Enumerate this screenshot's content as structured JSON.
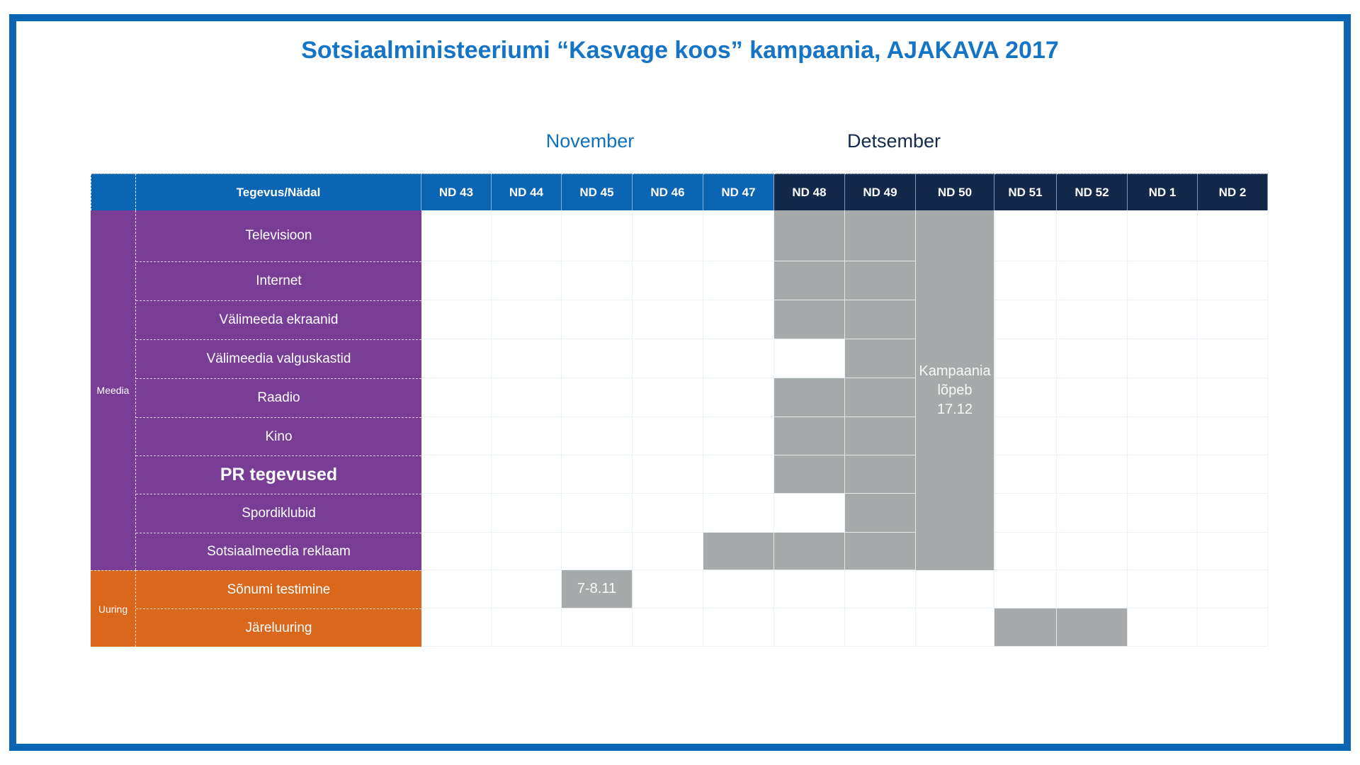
{
  "page": {
    "title": "Sotsiaalministeeriumi “Kasvage koos” kampaania, AJAKAVA 2017"
  },
  "months": {
    "november": "November",
    "detsember": "Detsember"
  },
  "table": {
    "corner_label": "Tegevus/Nädal",
    "group_labels": {
      "meedia": "Meedia",
      "uuring": "Uuring"
    },
    "merged_note": {
      "column": "ND 50",
      "lines": [
        "Kampaania",
        "lõpeb",
        "17.12"
      ]
    }
  },
  "colors": {
    "brand_blue": "#0A66B5",
    "navy": "#12294B",
    "purple": "#7A3D96",
    "orange": "#D9671C",
    "fill_gray": "#A7AAAA",
    "title_blue": "#1574C6",
    "grid_line": "#E9F2F9"
  },
  "chart_data": {
    "type": "table",
    "subtype": "gantt-schedule",
    "title": "Sotsiaalministeeriumi “Kasvage koos” kampaania, AJAKAVA 2017",
    "column_header": "Tegevus/Nädal",
    "columns": [
      "ND 43",
      "ND 44",
      "ND 45",
      "ND 46",
      "ND 47",
      "ND 48",
      "ND 49",
      "ND 50",
      "ND 51",
      "ND 52",
      "ND 1",
      "ND 2"
    ],
    "month_groups": [
      {
        "label": "November",
        "columns": [
          "ND 43",
          "ND 44",
          "ND 45",
          "ND 46",
          "ND 47"
        ]
      },
      {
        "label": "Detsember",
        "columns": [
          "ND 48",
          "ND 49",
          "ND 50",
          "ND 51",
          "ND 52",
          "ND 1",
          "ND 2"
        ]
      }
    ],
    "rows": [
      {
        "group": "Meedia",
        "activity": "Televisioon",
        "active_weeks": [
          "ND 48",
          "ND 49",
          "ND 50"
        ]
      },
      {
        "group": "Meedia",
        "activity": "Internet",
        "active_weeks": [
          "ND 48",
          "ND 49",
          "ND 50"
        ]
      },
      {
        "group": "Meedia",
        "activity": "Välimeeda ekraanid",
        "active_weeks": [
          "ND 48",
          "ND 49",
          "ND 50"
        ]
      },
      {
        "group": "Meedia",
        "activity": "Välimeedia valguskastid",
        "active_weeks": [
          "ND 49",
          "ND 50"
        ]
      },
      {
        "group": "Meedia",
        "activity": "Raadio",
        "active_weeks": [
          "ND 48",
          "ND 49",
          "ND 50"
        ]
      },
      {
        "group": "Meedia",
        "activity": "Kino",
        "active_weeks": [
          "ND 48",
          "ND 49",
          "ND 50"
        ]
      },
      {
        "group": "Meedia",
        "activity": "PR tegevused",
        "active_weeks": [
          "ND 48",
          "ND 49",
          "ND 50"
        ],
        "emphasis": true
      },
      {
        "group": "Meedia",
        "activity": "Spordiklubid",
        "active_weeks": [
          "ND 49",
          "ND 50"
        ]
      },
      {
        "group": "Meedia",
        "activity": "Sotsiaalmeedia reklaam",
        "active_weeks": [
          "ND 47",
          "ND 48",
          "ND 49",
          "ND 50"
        ]
      },
      {
        "group": "Uuring",
        "activity": "Sõnumi testimine",
        "active_weeks": [
          "ND 45"
        ],
        "cell_note": {
          "column": "ND 45",
          "text": "7-8.11"
        }
      },
      {
        "group": "Uuring",
        "activity": "Järeluuring",
        "active_weeks": [
          "ND 51",
          "ND 52"
        ]
      }
    ],
    "annotation": "Kampaania lõpeb 17.12"
  }
}
